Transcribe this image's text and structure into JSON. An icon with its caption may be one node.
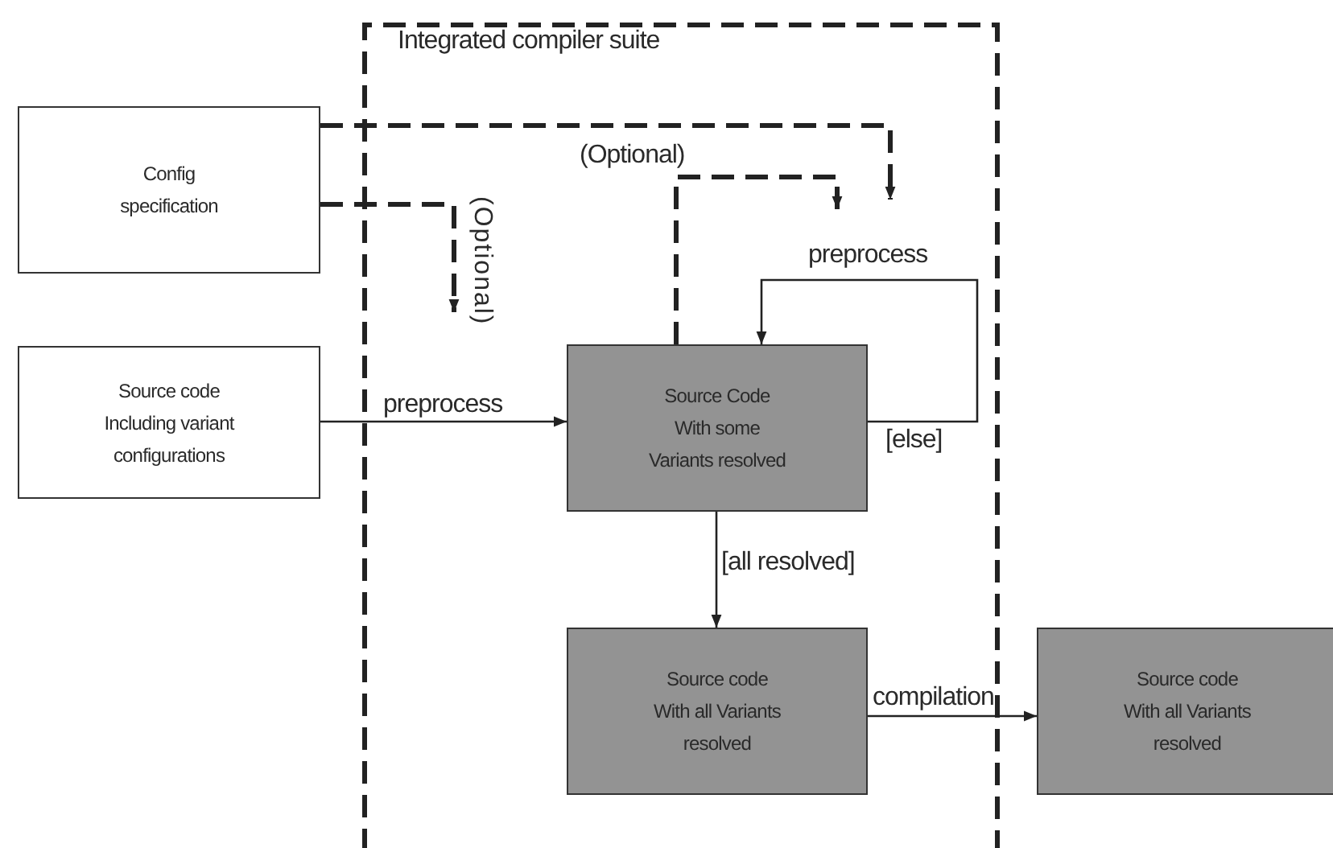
{
  "diagram": {
    "nodes": [
      {
        "text": [
          "Integrated compiler suite"
        ]
      },
      {
        "text": [
          "Config specification"
        ]
      },
      {
        "text": [
          "Source code Including variant configurations"
        ]
      },
      {
        "text": [
          "Source Code With some Variants resolved"
        ],
        "in": 0
      },
      {
        "text": [
          "Source code With all Variants resolved"
        ],
        "in": 0
      },
      {
        "text": [
          "Source code With all Variants resolved"
        ]
      }
    ],
    "edges": [
      {
        "from": 1,
        "to": 0,
        "arrow": "to",
        "label": "(Optional)",
        "style": "dashed"
      },
      {
        "from": 1,
        "to": 0,
        "arrow": "to",
        "label": "(Optional)",
        "style": "dashed"
      },
      {
        "from": 3,
        "to": null,
        "arrow": "to",
        "style": "dashed"
      },
      {
        "from": 3,
        "to": 3,
        "arrow": "to",
        "label": "preprocess"
      },
      {
        "from": 2,
        "to": 3,
        "arrow": "to",
        "label": "preprocess"
      },
      {
        "from": 3,
        "to": 4,
        "arrow": "to",
        "label": "[all resolved]"
      },
      {
        "from": 4,
        "to": 5,
        "arrow": "to",
        "label": "compilation"
      }
    ],
    "labels": [
      "[else]"
    ]
  }
}
